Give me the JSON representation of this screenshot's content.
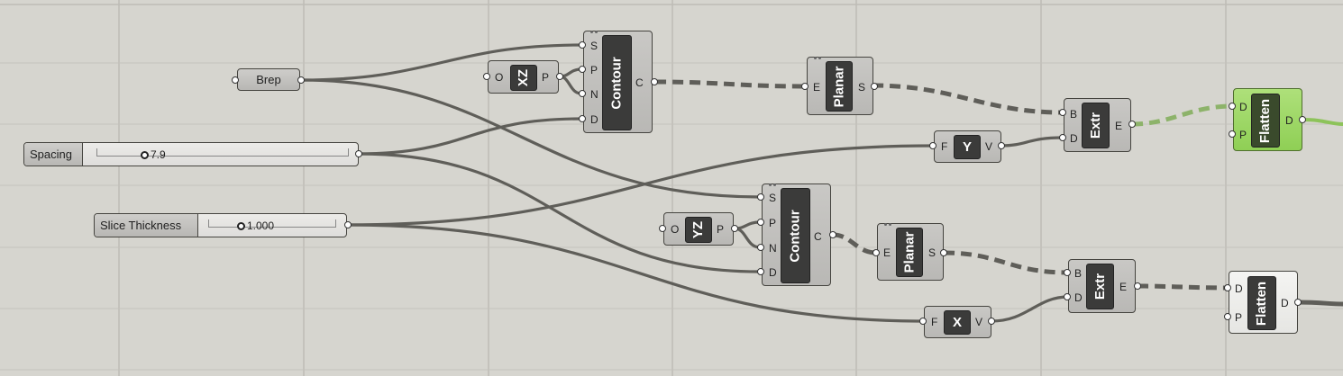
{
  "canvas": {
    "background": "#d6d5cf",
    "wire_color": "#5f5e59",
    "selected_color": "#8fcf55"
  },
  "brep": {
    "label": "Brep"
  },
  "spacing": {
    "label": "Spacing",
    "value": "7.9"
  },
  "thickness": {
    "label": "Slice Thickness",
    "value": "1.000"
  },
  "xz_plane": {
    "name": "XZ",
    "in": "O",
    "out": "P"
  },
  "yz_plane": {
    "name": "YZ",
    "in": "O",
    "out": "P"
  },
  "contour1": {
    "name": "Contour",
    "inputs": [
      "S",
      "P",
      "N",
      "D"
    ],
    "output": "C"
  },
  "contour2": {
    "name": "Contour",
    "inputs": [
      "S",
      "P",
      "N",
      "D"
    ],
    "output": "C"
  },
  "planar1": {
    "name": "Planar",
    "in": "E",
    "out": "S"
  },
  "planar2": {
    "name": "Planar",
    "in": "E",
    "out": "S"
  },
  "y_vec": {
    "name": "Y",
    "in": "F",
    "out": "V"
  },
  "x_vec": {
    "name": "X",
    "in": "F",
    "out": "V"
  },
  "extr1": {
    "name": "Extr",
    "inputs": [
      "B",
      "D"
    ],
    "output": "E"
  },
  "extr2": {
    "name": "Extr",
    "inputs": [
      "B",
      "D"
    ],
    "output": "E"
  },
  "flatten1": {
    "name": "Flatten",
    "inputs": [
      "D",
      "P"
    ],
    "output": "D"
  },
  "flatten2": {
    "name": "Flatten",
    "inputs": [
      "D",
      "P"
    ],
    "output": "D"
  }
}
